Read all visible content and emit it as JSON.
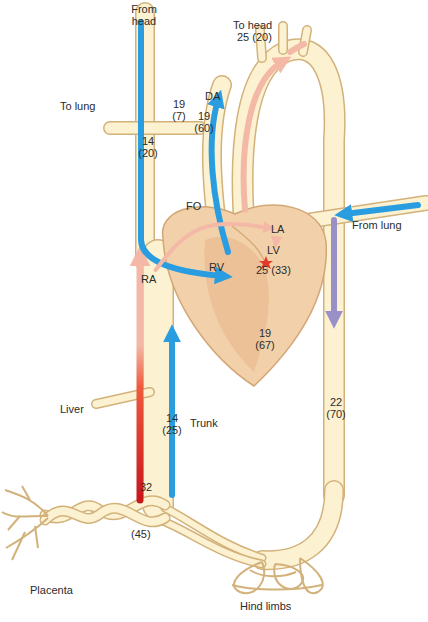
{
  "diagram": {
    "nodes": [
      {
        "text": [
          "RA"
        ]
      },
      {
        "text": [
          "RV"
        ]
      },
      {
        "text": [
          "LA"
        ]
      },
      {
        "text": [
          "LV",
          "25 (33)"
        ]
      }
    ],
    "edges": [
      {
        "from": 0,
        "to": 2,
        "arrow": "to",
        "label": "FO"
      },
      {
        "from": 2,
        "to": 3,
        "arrow": "to"
      }
    ],
    "labels": [
      "From head",
      "To head",
      "25 (20)",
      "DA",
      "To lung",
      "19 (7)",
      "19 (60)",
      "14 (20)",
      "From lung",
      "19 (67)",
      "22 (70)",
      "Liver",
      "14 (25)",
      "Trunk",
      "32",
      "(45)",
      "Placenta",
      "Hind limbs"
    ]
  }
}
